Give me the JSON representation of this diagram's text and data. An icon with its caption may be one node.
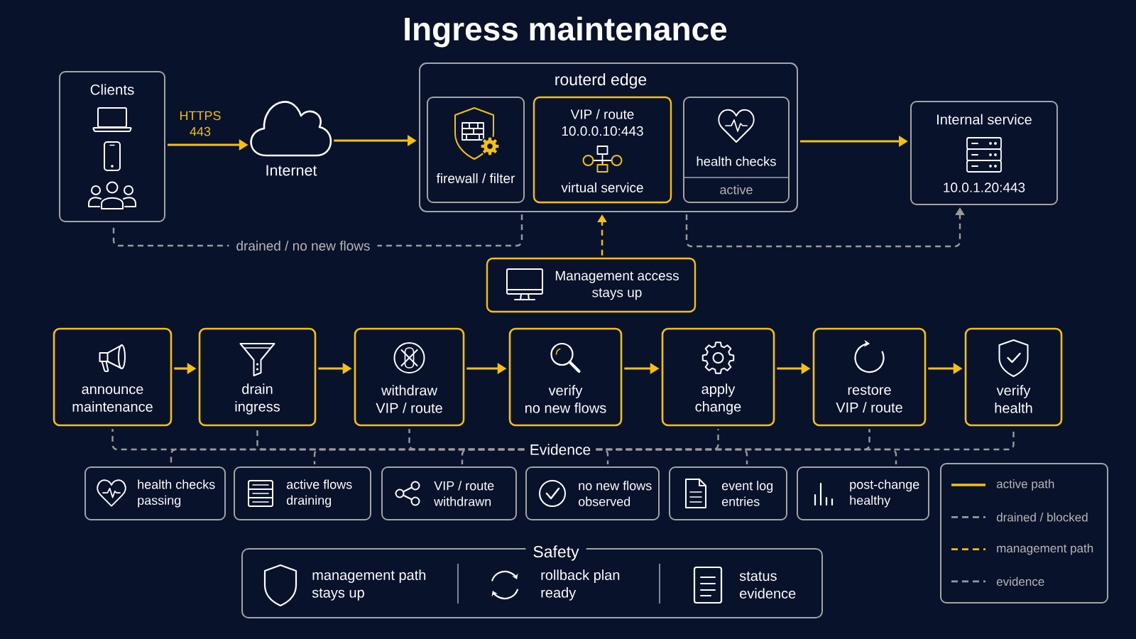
{
  "diagram": {
    "title": "Ingress maintenance",
    "nodes": [
      {
        "text": [
          "Clients"
        ]
      },
      {
        "text": [
          "Internet"
        ]
      },
      {
        "text": [
          "routerd edge"
        ]
      },
      {
        "text": [
          "firewall / filter"
        ],
        "in": 2
      },
      {
        "text": [
          "VIP / route 10.0.0.10:443",
          "virtual service"
        ],
        "in": 2
      },
      {
        "text": [
          "health checks",
          "active"
        ],
        "in": 2
      },
      {
        "text": [
          "Internal service",
          "10.0.1.20:443"
        ]
      },
      {
        "text": [
          "Management access stays up"
        ]
      },
      {
        "text": [
          "announce maintenance"
        ]
      },
      {
        "text": [
          "drain ingress"
        ]
      },
      {
        "text": [
          "withdraw VIP / route"
        ]
      },
      {
        "text": [
          "verify no new flows"
        ]
      },
      {
        "text": [
          "apply change"
        ]
      },
      {
        "text": [
          "restore VIP / route"
        ]
      },
      {
        "text": [
          "verify health"
        ]
      },
      {
        "text": [
          "Evidence"
        ]
      },
      {
        "text": [
          "health checks passing"
        ]
      },
      {
        "text": [
          "active flows draining"
        ]
      },
      {
        "text": [
          "VIP / route withdrawn"
        ]
      },
      {
        "text": [
          "no new flows observed"
        ]
      },
      {
        "text": [
          "event log entries"
        ]
      },
      {
        "text": [
          "post-change healthy"
        ]
      },
      {
        "text": [
          "Safety",
          "management path stays up",
          "rollback plan ready",
          "status evidence"
        ]
      }
    ],
    "edges": [
      {
        "from": 0,
        "to": 1,
        "arrow": "to",
        "label": "HTTPS 443",
        "color": "#f5c010"
      },
      {
        "from": 1,
        "to": 2,
        "arrow": "to",
        "color": "#f5c010"
      },
      {
        "from": 2,
        "to": 6,
        "arrow": "to",
        "color": "#f5c010"
      },
      {
        "from": 2,
        "to": 0,
        "arrow": "none",
        "label": "drained / no new flows",
        "style": "dashed"
      },
      {
        "from": 2,
        "to": 6,
        "arrow": "to",
        "style": "dashed"
      },
      {
        "from": 7,
        "to": 2,
        "arrow": "to",
        "style": "dashed",
        "color": "#f5c010"
      },
      {
        "from": 8,
        "to": 9,
        "arrow": "to",
        "color": "#f5c010"
      },
      {
        "from": 9,
        "to": 10,
        "arrow": "to",
        "color": "#f5c010"
      },
      {
        "from": 10,
        "to": 11,
        "arrow": "to",
        "color": "#f5c010"
      },
      {
        "from": 11,
        "to": 12,
        "arrow": "to",
        "color": "#f5c010"
      },
      {
        "from": 12,
        "to": 13,
        "arrow": "to",
        "color": "#f5c010"
      },
      {
        "from": 13,
        "to": 14,
        "arrow": "to",
        "color": "#f5c010"
      },
      {
        "from": 8,
        "to": 15,
        "arrow": "none",
        "style": "dashed"
      },
      {
        "from": 9,
        "to": 15,
        "arrow": "none",
        "style": "dashed"
      },
      {
        "from": 10,
        "to": 15,
        "arrow": "none",
        "style": "dashed"
      },
      {
        "from": 12,
        "to": 15,
        "arrow": "none",
        "style": "dashed"
      },
      {
        "from": 13,
        "to": 15,
        "arrow": "none",
        "style": "dashed"
      },
      {
        "from": 14,
        "to": 15,
        "arrow": "none",
        "style": "dashed"
      },
      {
        "from": 15,
        "to": 16,
        "arrow": "none",
        "style": "dashed"
      },
      {
        "from": 15,
        "to": 17,
        "arrow": "none",
        "style": "dashed"
      },
      {
        "from": 15,
        "to": 18,
        "arrow": "none",
        "style": "dashed"
      },
      {
        "from": 15,
        "to": 19,
        "arrow": "none",
        "style": "dashed"
      },
      {
        "from": 15,
        "to": 20,
        "arrow": "none",
        "style": "dashed"
      },
      {
        "from": 15,
        "to": 21,
        "arrow": "none",
        "style": "dashed"
      }
    ],
    "legend": [
      {
        "text": "active path"
      },
      {
        "text": "drained / blocked"
      },
      {
        "text": "management path"
      },
      {
        "text": "evidence"
      }
    ]
  }
}
